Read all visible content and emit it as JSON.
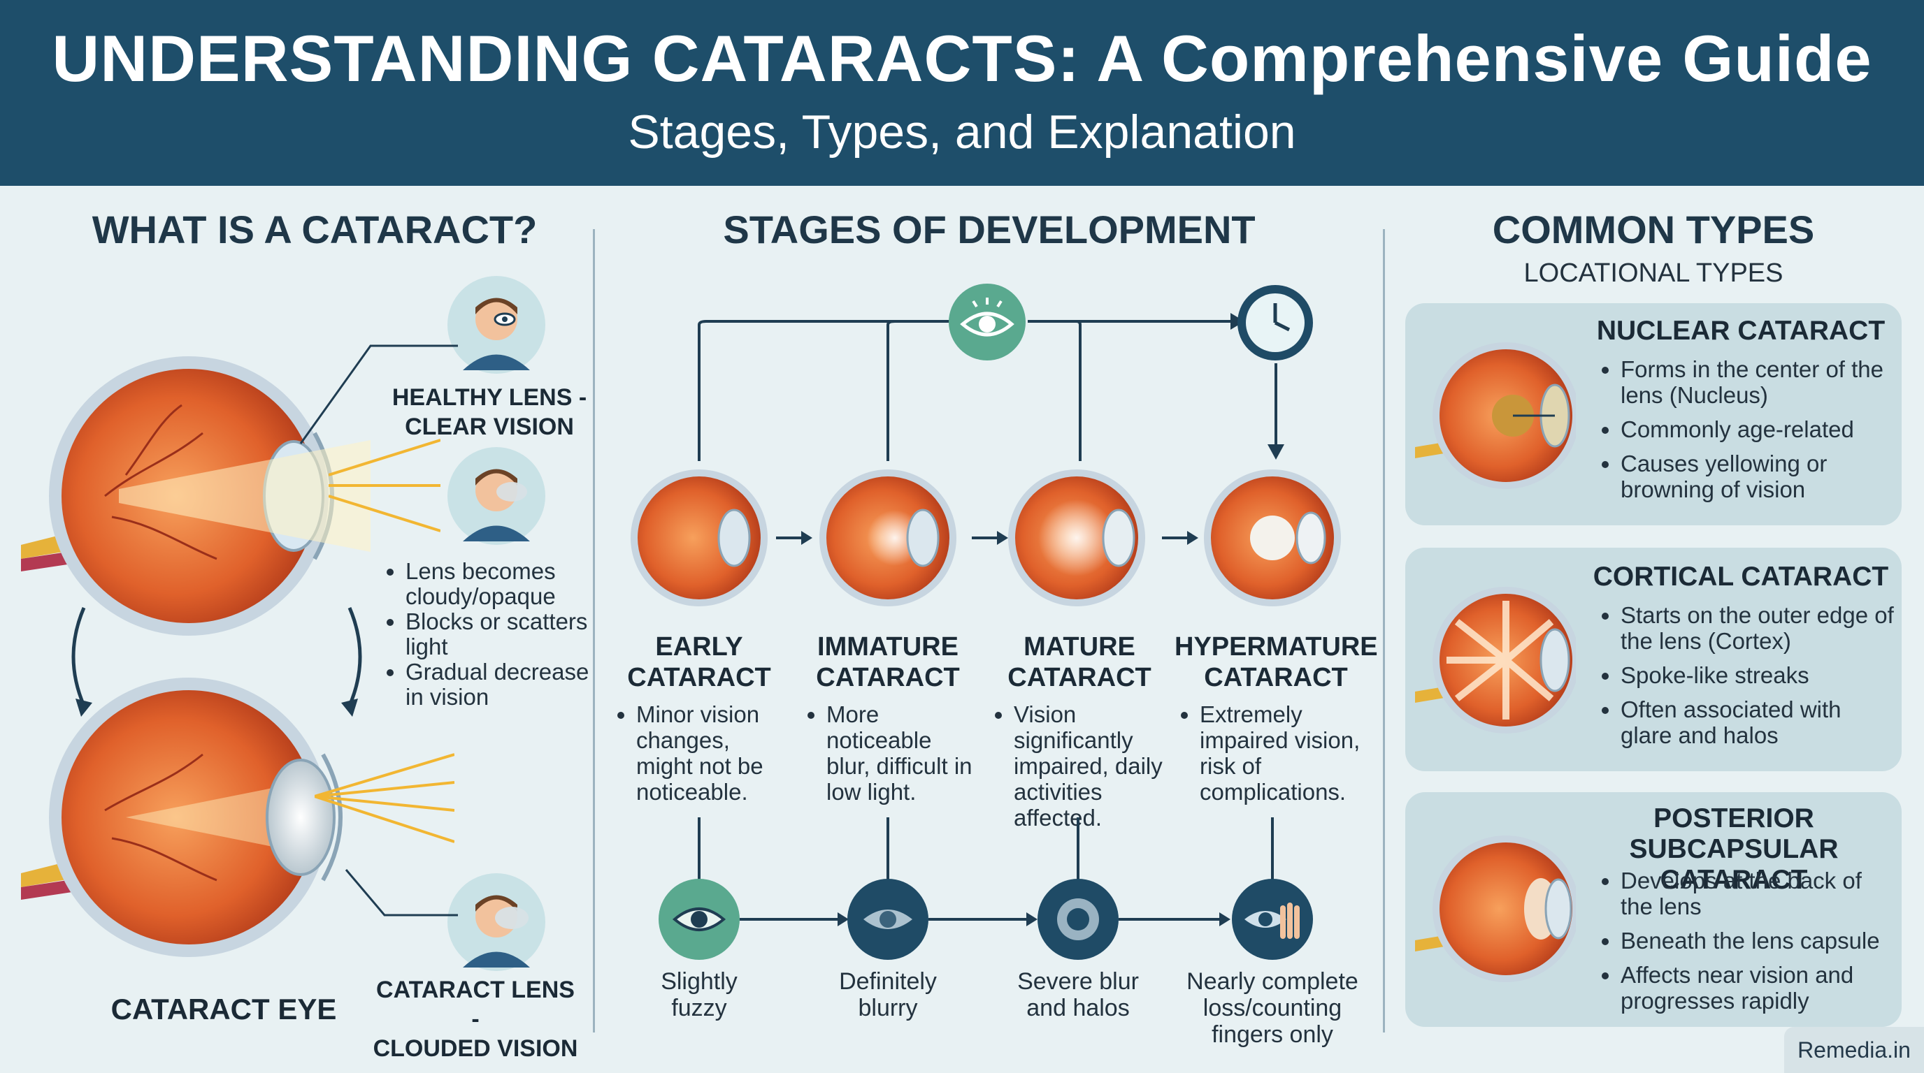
{
  "header": {
    "title": "UNDERSTANDING CATARACTS: A Comprehensive Guide",
    "subtitle": "Stages, Types, and Explanation"
  },
  "what": {
    "heading": "WHAT IS A CATARACT?",
    "healthy_label": "HEALTHY LENS -\nCLEAR VISION",
    "cataract_label": "CATARACT LENS -\nCLOUDED VISION",
    "cataract_eye_label": "CATARACT EYE",
    "bullets": [
      "Lens becomes cloudy/opaque",
      "Blocks or scatters light",
      "Gradual decrease in vision"
    ]
  },
  "stages": {
    "heading": "STAGES OF DEVELOPMENT",
    "items": [
      {
        "title": "EARLY\nCATARACT",
        "desc": "Minor vision changes, might not be noticeable.",
        "symptom": "Slightly\nfuzzy"
      },
      {
        "title": "IMMATURE\nCATARACT",
        "desc": "More noticeable blur, difficult in low light.",
        "symptom": "Definitely\nblurry"
      },
      {
        "title": "MATURE\nCATARACT",
        "desc": "Vision significantly impaired, daily activities affected.",
        "symptom": "Severe blur\nand halos"
      },
      {
        "title": "HYPERMATURE\nCATARACT",
        "desc": "Extremely impaired vision, risk of complications.",
        "symptom": "Nearly complete\nloss/counting\nfingers only"
      }
    ]
  },
  "types": {
    "heading": "COMMON TYPES",
    "subheading": "LOCATIONAL TYPES",
    "cards": [
      {
        "title": "NUCLEAR CATARACT",
        "bullets": [
          "Forms in the center of the lens (Nucleus)",
          "Commonly age-related",
          "Causes yellowing or browning of vision"
        ]
      },
      {
        "title": "CORTICAL CATARACT",
        "bullets": [
          "Starts on the outer edge of the lens (Cortex)",
          "Spoke-like streaks",
          "Often associated with glare and halos"
        ]
      },
      {
        "title": "POSTERIOR SUBCAPSULAR\nCATARACT",
        "bullets": [
          "Develops at the back of the lens",
          "Beneath the lens capsule",
          "Affects near vision and progresses rapidly"
        ]
      }
    ]
  },
  "brand": "Remedia.in",
  "colors": {
    "header": "#1e4e6a",
    "eye_orange": "#e0612b",
    "teal_icon": "#5aa98f",
    "dark_icon": "#1f4b66"
  }
}
